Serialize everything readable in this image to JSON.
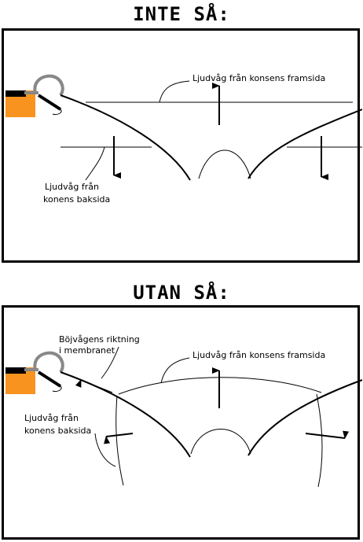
{
  "panels": [
    {
      "heading": "INTE SÅ:",
      "labels": {
        "front_wave": "Ljudvåg från konsens framsida",
        "back_wave_line1": "Ljudvåg från",
        "back_wave_line2": "konens baksida"
      }
    },
    {
      "heading": "UTAN SÅ:",
      "labels": {
        "bending_wave_line1": "Böjvågens riktning",
        "bending_wave_line2": "i membranet",
        "front_wave": "Ljudvåg från konsens framsida",
        "back_wave_line1": "Ljudvåg från",
        "back_wave_line2": "konens baksida"
      }
    }
  ],
  "colors": {
    "outline": "#000000",
    "magnet": "#f7931e",
    "surround": "#888888"
  }
}
